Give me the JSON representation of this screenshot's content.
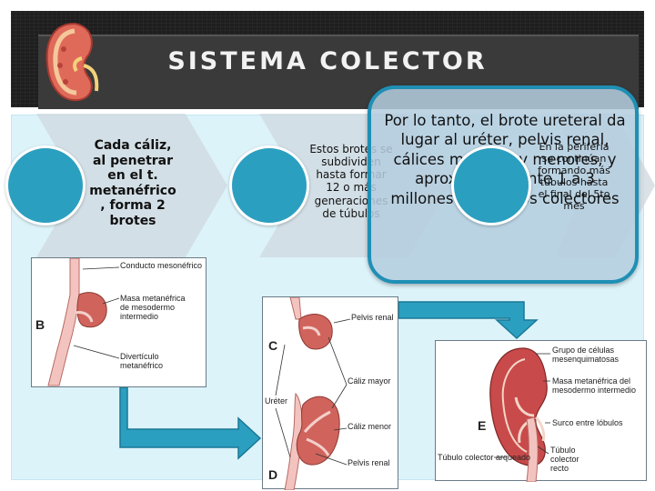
{
  "title": "SISTEMA COLECTOR",
  "steps": [
    {
      "text": "Cada cáliz, al penetrar en el t. metanéfrico , forma 2 brotes"
    },
    {
      "text": "Estos brotes se subdividen hasta formar 12 o más generaciones de túbulos"
    },
    {
      "text": "En la periferia se continúan formando más túbulos hasta el final del 5to mes"
    }
  ],
  "callout": {
    "text": "Por lo tanto, el brote ureteral da lugar al uréter, pelvis renal, cálices mayores y menores, y aproximadamente 1 a 3 millones de túbulos colectores"
  },
  "figure_B": {
    "letter": "B",
    "labels": [
      "Conducto mesonéfrico",
      "Masa metanéfrica de mesodermo intermedio",
      "Divertículo metanéfrico"
    ]
  },
  "figure_CD": {
    "letters": [
      "C",
      "D"
    ],
    "labels": [
      "Pelvis renal",
      "Cáliz mayor",
      "Cáliz menor",
      "Pelvis renal",
      "Uréter"
    ]
  },
  "figure_E": {
    "letter": "E",
    "labels": [
      "Grupo de células mesenquimatosas",
      "Masa metanéfrica del mesodermo intermedio",
      "Surco entre lóbulos",
      "Túbulo colector arqueado",
      "Túbulo colector recto"
    ]
  },
  "colors": {
    "header": "#1e1e1e",
    "accent": "#2b9fc0",
    "callout_border": "#1f8fb5",
    "kidney": "#d9534f"
  }
}
